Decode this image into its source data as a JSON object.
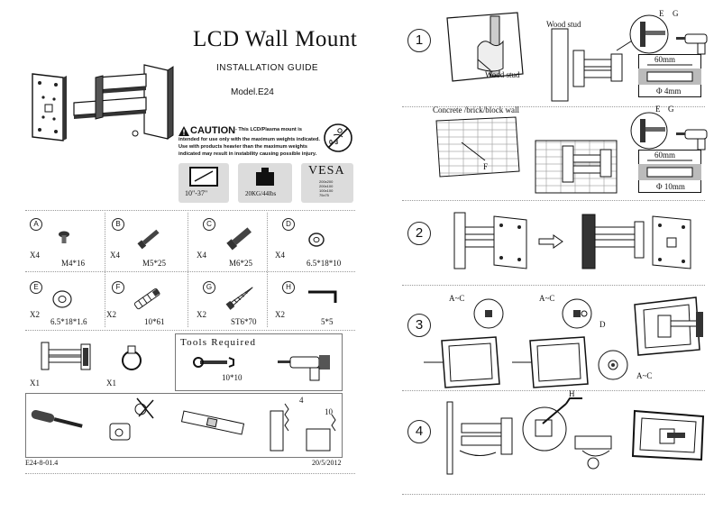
{
  "header": {
    "title": "LCD Wall Mount",
    "subtitle": "INSTALLATION GUIDE",
    "model": "Model.E24"
  },
  "caution": {
    "heading": "CAUTION",
    "text_line1": "- This LCD/Plasma mount is",
    "text_line2": "intended for use only with the maximum weights indicated.",
    "text_line3": "Use with products heavier than the maximum weights",
    "text_line4": "indicated may result in instability causing possible injury.",
    "badge": "0-3"
  },
  "specs": {
    "screen_size": "10\"-37\"",
    "max_load": "20KG/44lbs",
    "vesa_label": "VESA",
    "vesa_values": [
      "200x200",
      "200x100",
      "100x100",
      "75x75"
    ]
  },
  "parts": [
    {
      "letter": "A",
      "qty": "X4",
      "size": "M4*16"
    },
    {
      "letter": "B",
      "qty": "X4",
      "size": "M5*25"
    },
    {
      "letter": "C",
      "qty": "X4",
      "size": "M6*25"
    },
    {
      "letter": "D",
      "qty": "X4",
      "size": "6.5*18*10"
    },
    {
      "letter": "E",
      "qty": "X2",
      "size": "6.5*18*1.6"
    },
    {
      "letter": "F",
      "qty": "X2",
      "size": "10*61"
    },
    {
      "letter": "G",
      "qty": "X2",
      "size": "ST6*70"
    },
    {
      "letter": "H",
      "qty": "X2",
      "size": "5*5"
    }
  ],
  "extra_parts": [
    {
      "qty": "X1"
    },
    {
      "qty": "X1"
    }
  ],
  "tools": {
    "heading": "Tools Required",
    "wrench_size": "10*10",
    "bit_small": "4",
    "bit_large": "10"
  },
  "footer": {
    "code": "E24-8-01.4",
    "date": "20/5/2012"
  },
  "steps": [
    {
      "number": "1"
    },
    {
      "number": "2"
    },
    {
      "number": "3"
    },
    {
      "number": "4"
    }
  ],
  "step1": {
    "wood_stud_a": "Wood stud",
    "wood_stud_b": "Wood stud",
    "label_e": "E",
    "label_g": "G",
    "depth": "60mm",
    "diameter": "Φ 4mm"
  },
  "step1b": {
    "wall_label": "Concrete /brick/block wall",
    "label_f": "F",
    "label_e": "E",
    "label_g": "G",
    "depth": "60mm",
    "diameter": "Φ 10mm"
  },
  "step3": {
    "label_ac_1": "A~C",
    "label_ac_2": "A~C",
    "label_d": "D",
    "label_ac_3": "A~C"
  },
  "step4": {
    "label_h": "H"
  }
}
